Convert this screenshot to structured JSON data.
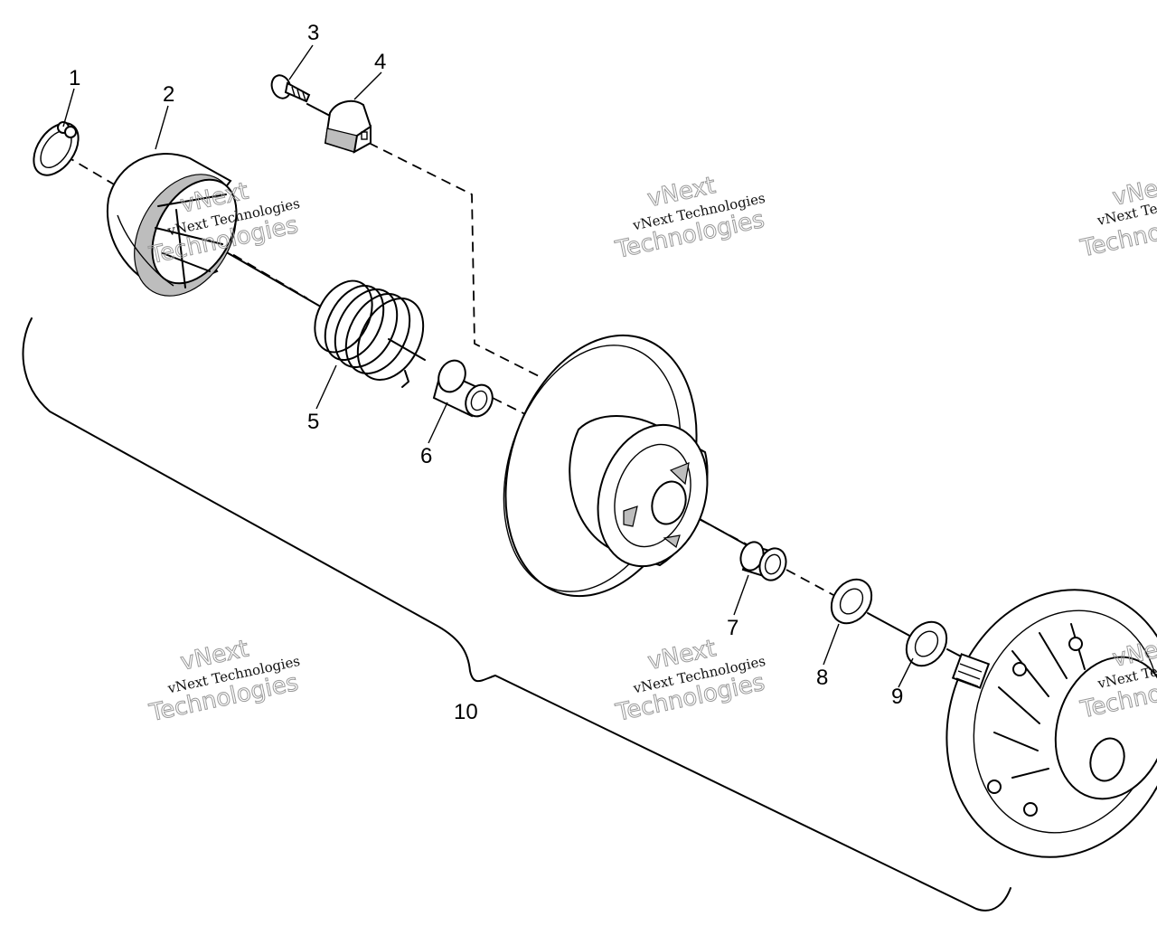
{
  "labels": {
    "p1": "1",
    "p2": "2",
    "p3": "3",
    "p4": "4",
    "p5": "5",
    "p6": "6",
    "p7": "7",
    "p8": "8",
    "p9": "9",
    "p10": "10"
  },
  "watermark": {
    "line1": "vNext Technologies",
    "line2": "vNext",
    "line3": "Technologies"
  }
}
